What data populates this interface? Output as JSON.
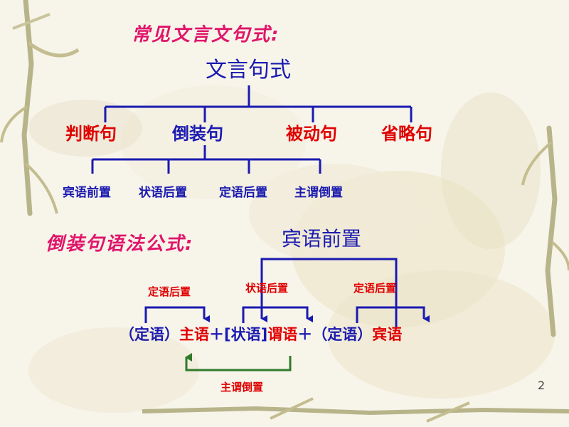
{
  "slide": {
    "title": "常见文言文句式:",
    "page_number": "2"
  },
  "tree": {
    "root": "文言句式",
    "categories": [
      {
        "label": "判断句",
        "color": "#e00000"
      },
      {
        "label": "倒装句",
        "color": "#1a1ab0"
      },
      {
        "label": "被动句",
        "color": "#e00000"
      },
      {
        "label": "省略句",
        "color": "#e00000"
      }
    ],
    "inversion_types": [
      "宾语前置",
      "状语后置",
      "定语后置",
      "主谓倒置"
    ]
  },
  "formula": {
    "heading": "倒装句语法公式:",
    "top_label": "宾语前置",
    "labels": {
      "attr_post_1": "定语后置",
      "adv_post": "状语后置",
      "attr_post_2": "定语后置",
      "subj_pred_inv": "主谓倒置"
    },
    "parts": {
      "attr_1": "（定语）",
      "subject": "主语",
      "plus_1": "＋",
      "adverbial": "[状语]",
      "predicate": "谓语",
      "plus_2": "＋",
      "attr_2": "（定语）",
      "object": "宾语"
    }
  },
  "colors": {
    "line": "#1a1ab0",
    "accent_red": "#e00000",
    "title_pink": "#e0156a",
    "arrow_green": "#2f7a2a"
  }
}
